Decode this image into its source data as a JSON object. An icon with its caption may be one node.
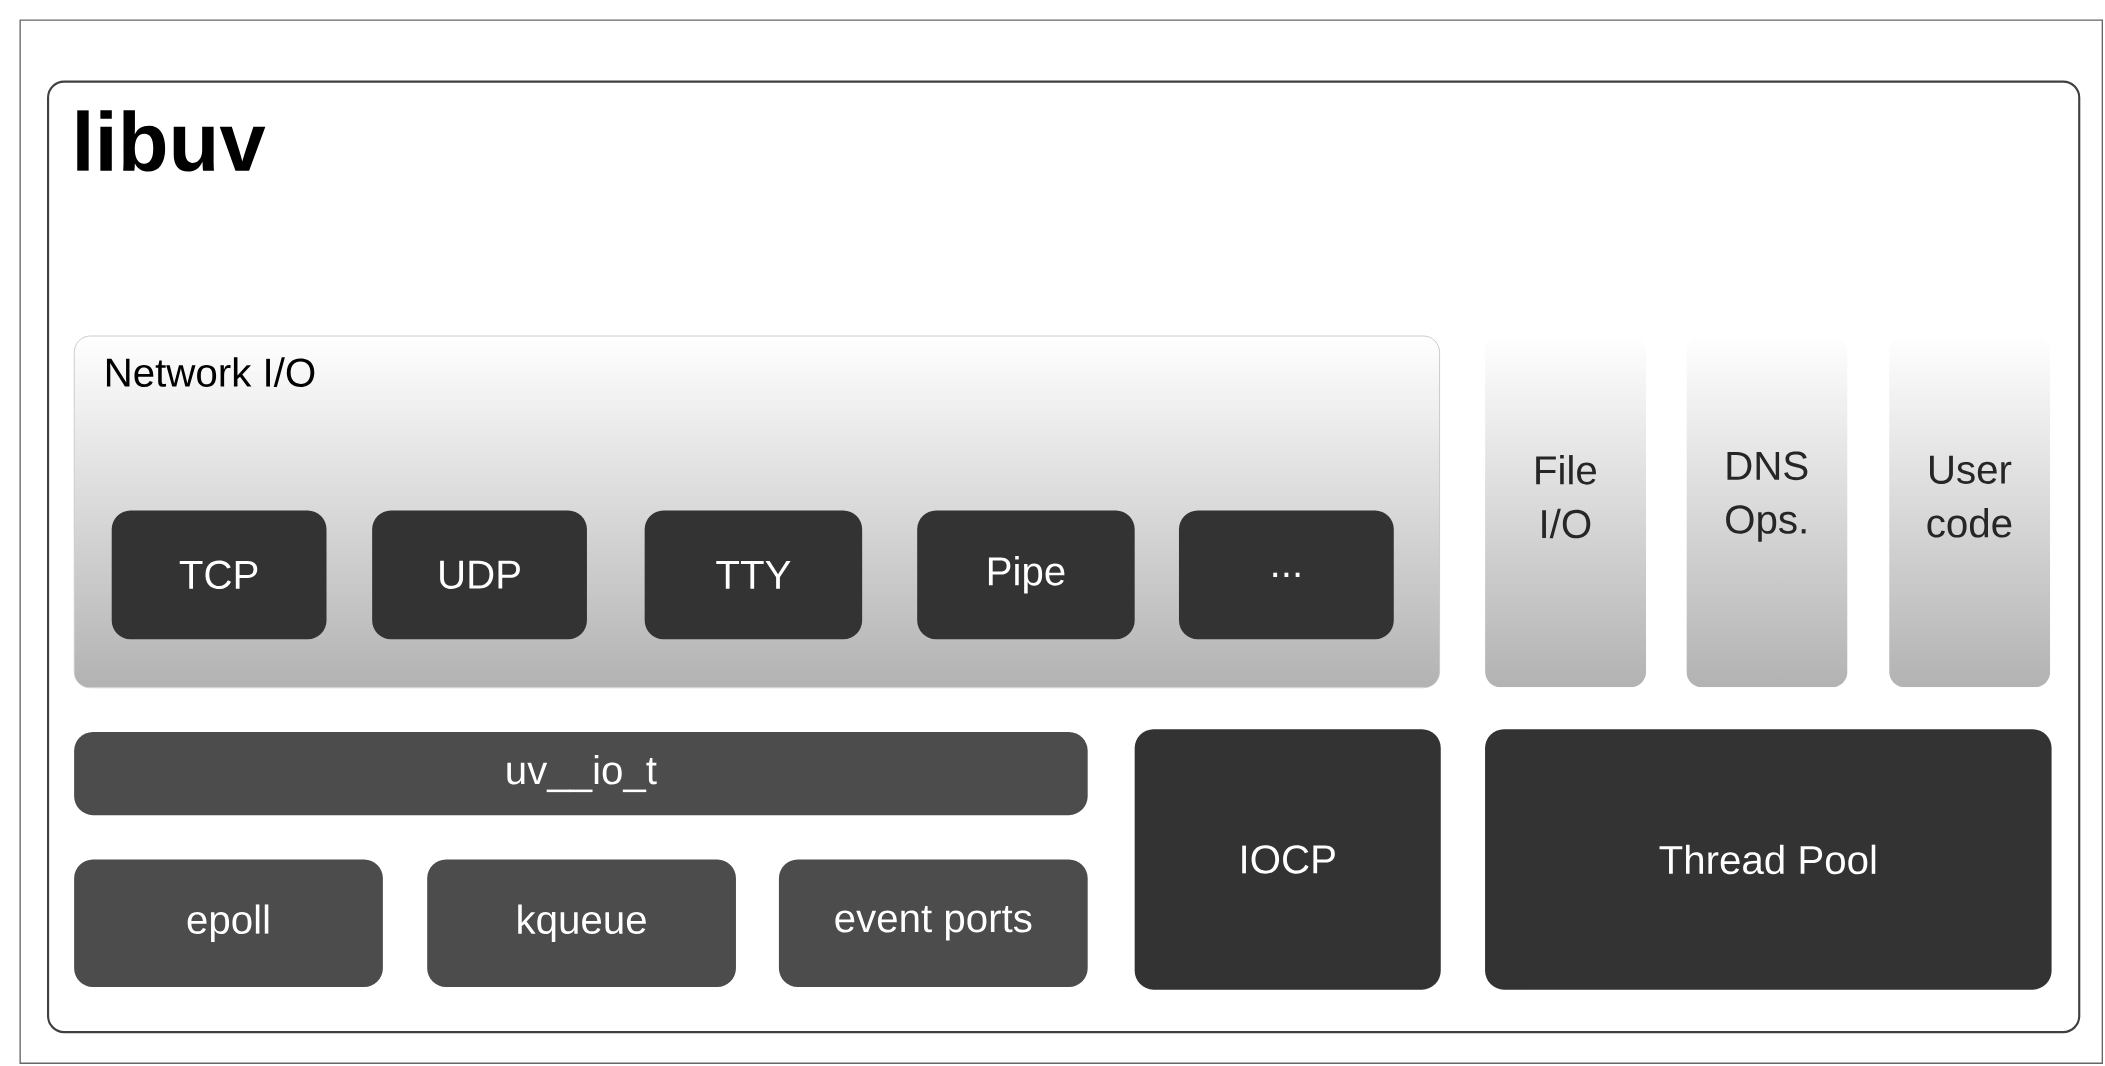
{
  "diagram": {
    "nodes": [
      {
        "text": [
          "libuv"
        ]
      },
      {
        "text": [
          "Network I/O"
        ],
        "in": 0
      },
      {
        "text": [
          "TCP"
        ],
        "in": 1
      },
      {
        "text": [
          "UDP"
        ],
        "in": 1
      },
      {
        "text": [
          "TTY"
        ],
        "in": 1
      },
      {
        "text": [
          "Pipe"
        ],
        "in": 1
      },
      {
        "text": [
          "..."
        ],
        "in": 1
      },
      {
        "text": [
          "File I/O"
        ],
        "in": 0
      },
      {
        "text": [
          "DNS Ops."
        ],
        "in": 0
      },
      {
        "text": [
          "User code"
        ],
        "in": 0
      },
      {
        "text": [
          "uv__io_t"
        ],
        "in": 0
      },
      {
        "text": [
          "epoll"
        ],
        "in": 0
      },
      {
        "text": [
          "kqueue"
        ],
        "in": 0
      },
      {
        "text": [
          "event ports"
        ],
        "in": 0
      },
      {
        "text": [
          "IOCP"
        ],
        "in": 0
      },
      {
        "text": [
          "Thread Pool"
        ],
        "in": 0
      }
    ]
  }
}
